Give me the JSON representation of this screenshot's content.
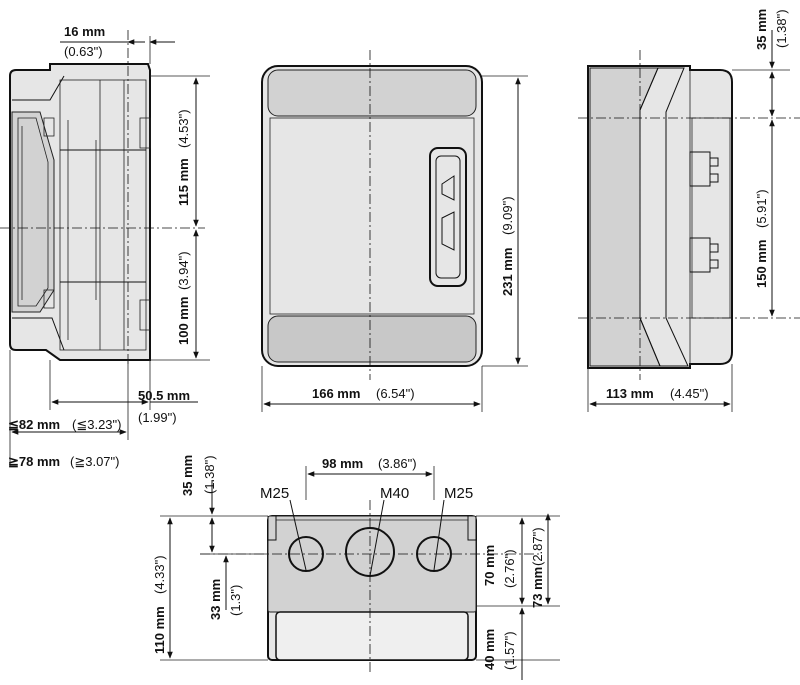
{
  "dimensions": {
    "side_top_16": {
      "value": "16 mm",
      "inch": "(0.63\")"
    },
    "side_height_115": {
      "value": "115 mm",
      "inch": "(4.53\")"
    },
    "side_height_100": {
      "value": "100 mm",
      "inch": "(3.94\")"
    },
    "side_depth_50_5": {
      "value": "50.5 mm",
      "inch": "(1.99\")"
    },
    "side_depth_82": {
      "value": "≦82 mm",
      "inch": "(≦3.23\")"
    },
    "side_depth_78": {
      "value": "≧78 mm",
      "inch": "(≧3.07\")"
    },
    "front_height_231": {
      "value": "231 mm",
      "inch": "(9.09\")"
    },
    "front_width_166": {
      "value": "166 mm",
      "inch": "(6.54\")"
    },
    "back_top_35": {
      "value": "35 mm",
      "inch": "(1.38\")"
    },
    "back_holes_150": {
      "value": "150 mm",
      "inch": "(5.91\")"
    },
    "back_width_113": {
      "value": "113 mm",
      "inch": "(4.45\")"
    },
    "bottom_spacing_98": {
      "value": "98 mm",
      "inch": "(3.86\")"
    },
    "bottom_left_35": {
      "value": "35 mm",
      "inch": "(1.38\")"
    },
    "bottom_height_110": {
      "value": "110 mm",
      "inch": "(4.33\")"
    },
    "bottom_left_33": {
      "value": "33 mm",
      "inch": "(1.3\")"
    },
    "bottom_right_70": {
      "value": "70 mm",
      "inch": "(2.76\")"
    },
    "bottom_right_73": {
      "value": "73 mm",
      "inch": "(2.87\")"
    },
    "bottom_right_40": {
      "value": "40 mm",
      "inch": "(1.57\")"
    }
  },
  "knockouts": {
    "left": "M25",
    "center": "M40",
    "right": "M25"
  }
}
